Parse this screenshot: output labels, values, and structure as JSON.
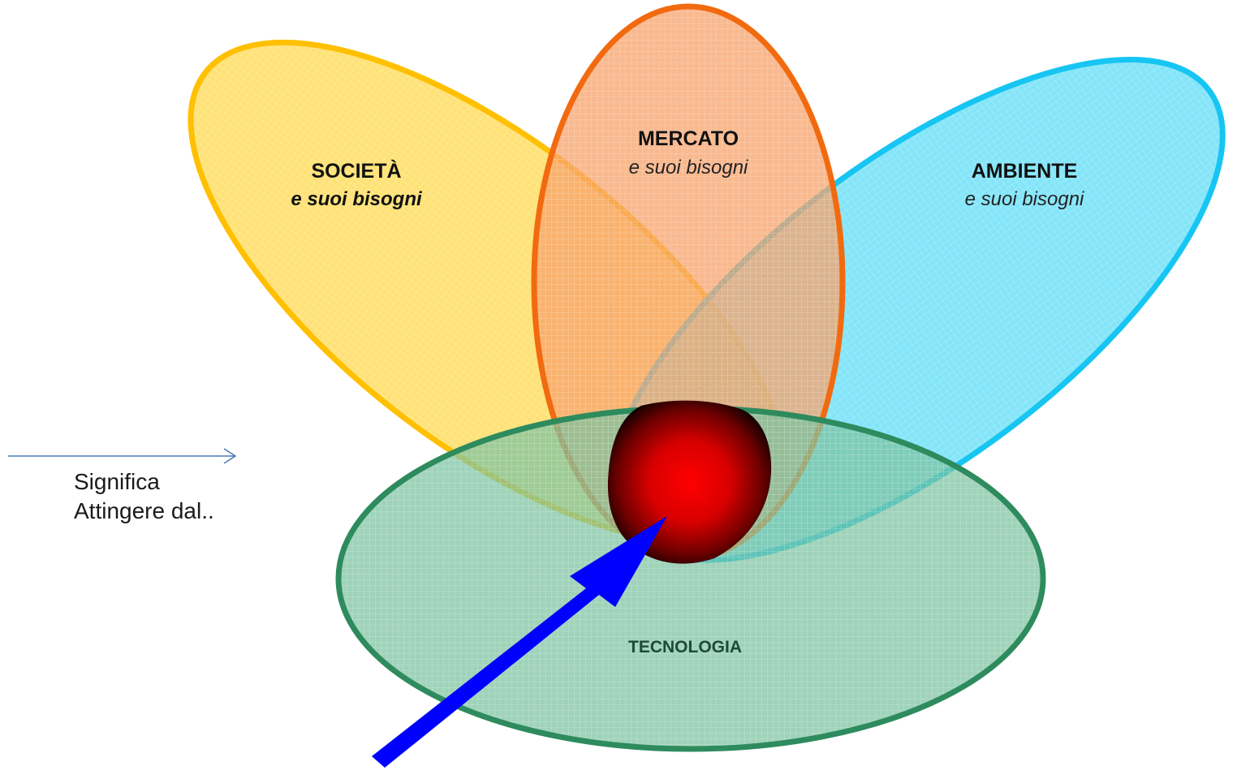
{
  "side_note": {
    "line1": "Significa",
    "line2": "Attingere dal.."
  },
  "petals": {
    "societa": {
      "title": "SOCIETÀ",
      "subtitle": "e suoi bisogni",
      "stroke": "#ffc000",
      "fill": "#ffd84a"
    },
    "mercato": {
      "title": "MERCATO",
      "subtitle": "e suoi bisogni",
      "stroke": "#f26a10",
      "fill": "#f7a26a"
    },
    "ambiente": {
      "title": "AMBIENTE",
      "subtitle": "e suoi bisogni",
      "stroke": "#17c5f2",
      "fill": "#55dbf7"
    },
    "tecnologia": {
      "title": "TECNOLOGIA",
      "stroke": "#2e8b5e",
      "fill": "#7ac2a0"
    }
  },
  "core": {
    "color": "#ff0000",
    "edge": "#3a0000"
  },
  "pointer_arrow": {
    "color": "#0000ff"
  },
  "thin_arrow": {
    "color": "#4a7ab5"
  }
}
